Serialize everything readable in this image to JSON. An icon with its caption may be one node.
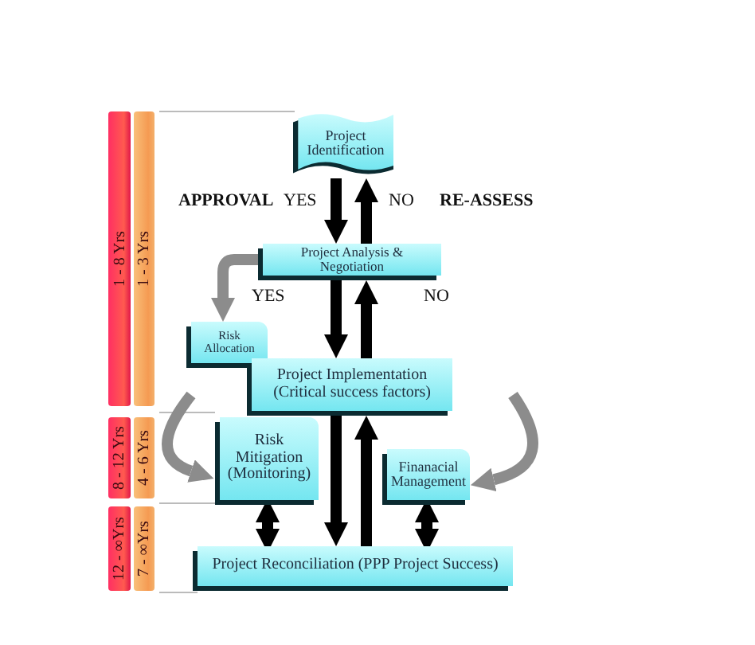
{
  "diagram": {
    "nodes": [
      {
        "text": [
          "1 - 8 Yrs"
        ]
      },
      {
        "text": [
          "1 - 3 Yrs"
        ]
      },
      {
        "text": [
          "8 - 12 Yrs"
        ]
      },
      {
        "text": [
          "4 - 6 Yrs"
        ]
      },
      {
        "text": [
          "12 - ∞Yrs"
        ]
      },
      {
        "text": [
          "7 - ∞Yrs"
        ]
      },
      {
        "text": [
          "Project Identification"
        ]
      },
      {
        "text": [
          "Project Analysis & Negotiation"
        ]
      },
      {
        "text": [
          "Risk Allocation"
        ]
      },
      {
        "text": [
          "Project Implementation (Critical success factors)"
        ]
      },
      {
        "text": [
          "Risk Mitigation (Monitoring)"
        ]
      },
      {
        "text": [
          "Finanacial Management"
        ]
      },
      {
        "text": [
          "Project Reconciliation (PPP Project Success)"
        ]
      }
    ],
    "edges": [
      {
        "from": 6,
        "to": 7,
        "arrow": "to",
        "label": "YES"
      },
      {
        "from": 7,
        "to": 6,
        "arrow": "to",
        "label": "NO"
      },
      {
        "from": 7,
        "to": 9,
        "arrow": "to",
        "label": "YES"
      },
      {
        "from": 9,
        "to": 7,
        "arrow": "to",
        "label": "NO"
      },
      {
        "from": 7,
        "to": 8,
        "arrow": "to",
        "color": "#8c8c8c"
      },
      {
        "from": 9,
        "to": 12,
        "arrow": "to"
      },
      {
        "from": 12,
        "to": 9,
        "arrow": "to"
      },
      {
        "from": null,
        "to": 10,
        "arrow": "to",
        "color": "#8c8c8c"
      },
      {
        "from": null,
        "to": 11,
        "arrow": "to",
        "color": "#8c8c8c"
      },
      {
        "from": 10,
        "to": 12,
        "arrow": "both"
      },
      {
        "from": 11,
        "to": 12,
        "arrow": "both"
      }
    ],
    "labels": [
      "APPROVAL",
      "RE-ASSESS"
    ]
  }
}
